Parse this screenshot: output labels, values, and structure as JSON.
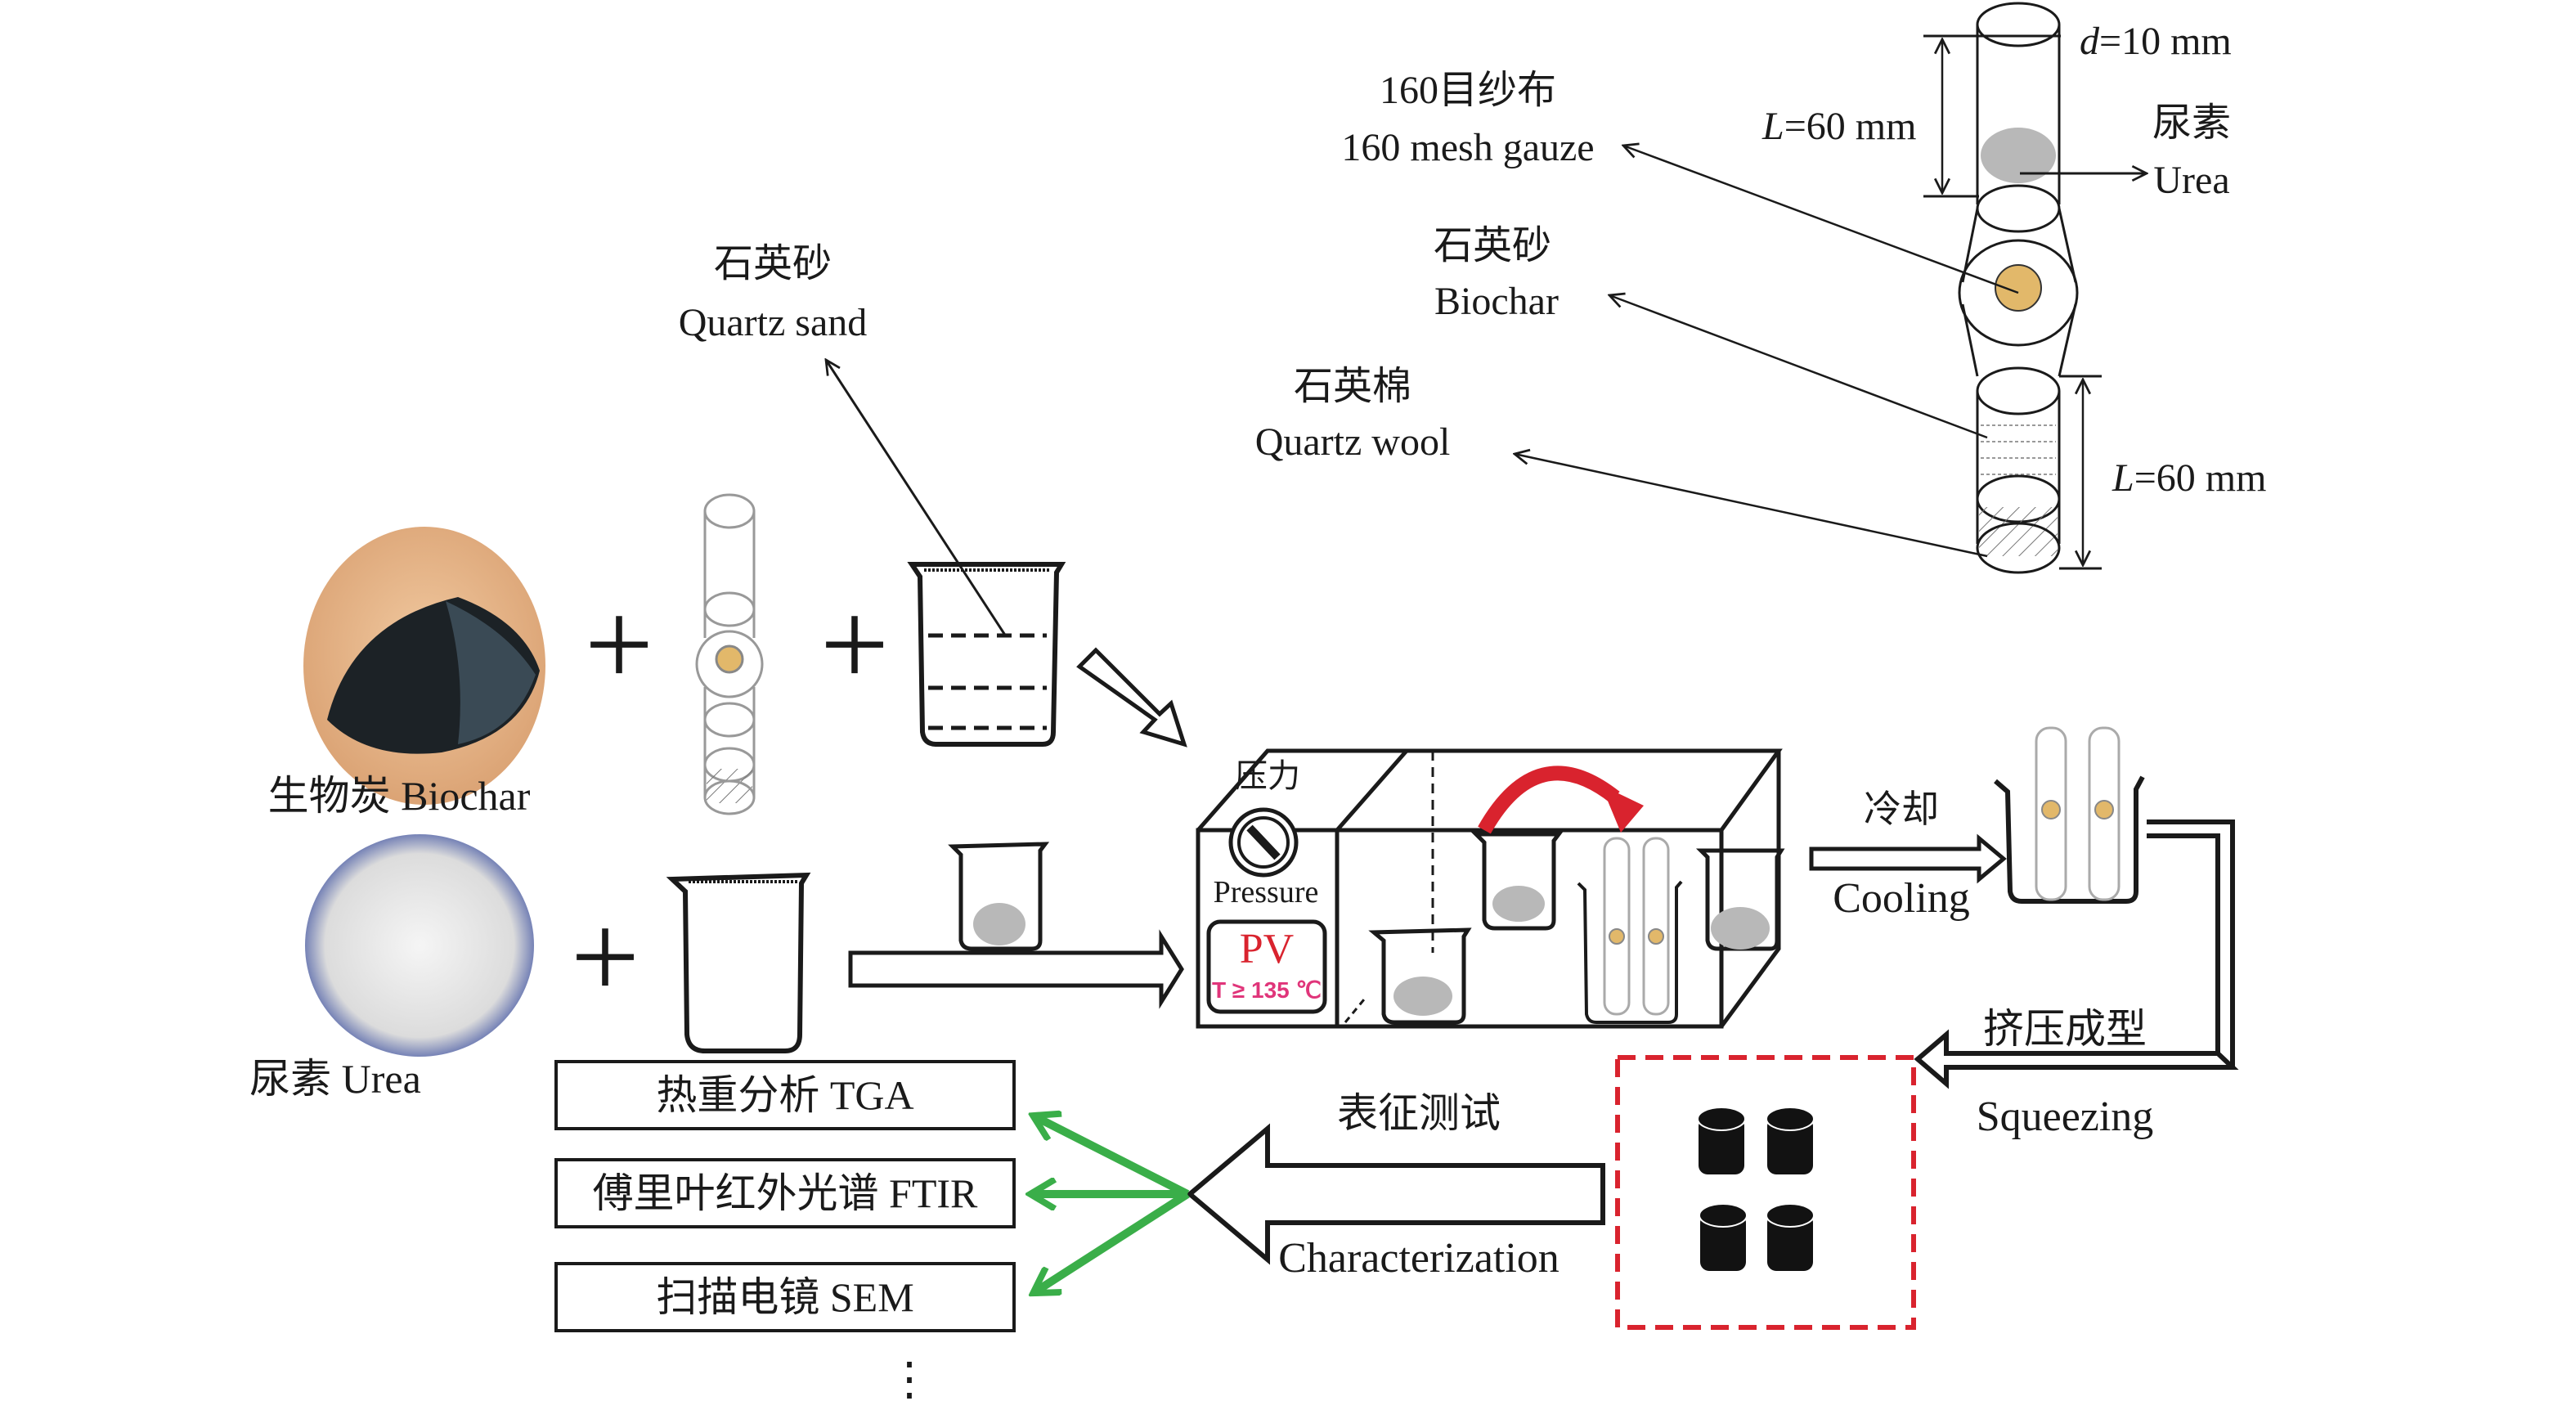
{
  "tube_detail": {
    "diameter_label": "d",
    "diameter_value": "=10 mm",
    "length_top_label": "L",
    "length_top_value": "=60 mm",
    "length_bottom_label": "L",
    "length_bottom_value": "=60 mm",
    "mesh_cn": "160目纱布",
    "mesh_en": "160 mesh gauze",
    "urea_cn": "尿素",
    "urea_en": "Urea",
    "biochar_cn": "石英砂",
    "biochar_en": "Biochar",
    "wool_cn": "石英棉",
    "wool_en": "Quartz wool"
  },
  "inputs": {
    "quartz_sand_cn": "石英砂",
    "quartz_sand_en": "Quartz sand",
    "biochar_label": "生物炭 Biochar",
    "urea_label": "尿素 Urea",
    "plus": "+"
  },
  "reactor": {
    "pressure_cn": "压力",
    "pressure_en": "Pressure",
    "display_main": "PV",
    "display_temp": "T ≥ 135 ℃"
  },
  "steps": {
    "cooling_cn": "冷却",
    "cooling_en": "Cooling",
    "squeezing_cn": "挤压成型",
    "squeezing_en": "Squeezing",
    "characterization_cn": "表征测试",
    "characterization_en": "Characterization"
  },
  "analyses": [
    {
      "label": "热重分析 TGA"
    },
    {
      "label": "傅里叶红外光谱 FTIR"
    },
    {
      "label": "扫描电镜 SEM"
    }
  ],
  "more": "⋮",
  "colors": {
    "ink": "#1a1a1a",
    "red": "#d9232e",
    "green": "#3aae49",
    "biochar_bead": "#e2b86a",
    "urea_gray": "#b8b8b8",
    "urea_blue": "#3b4fa0",
    "biochar_bg": "#e9b98a"
  }
}
